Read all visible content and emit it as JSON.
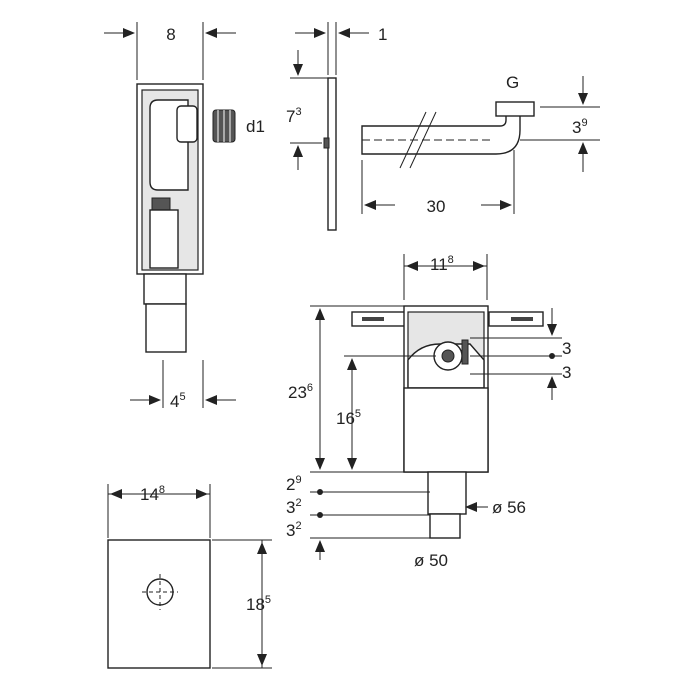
{
  "dimensions": {
    "top_width": "8",
    "plate_thickness": "1",
    "connector_label": "d1",
    "fitting_label": "G",
    "plate_offset_main": "7",
    "plate_offset_sup": "3",
    "elbow_height_main": "3",
    "elbow_height_sup": "9",
    "pipe_length": "30",
    "base_offset_main": "4",
    "base_offset_sup": "5",
    "frame_width_main": "11",
    "frame_width_sup": "8",
    "spacing_upper": "3",
    "spacing_lower": "3",
    "total_height_main": "23",
    "total_height_sup": "6",
    "outlet_height_main": "16",
    "outlet_height_sup": "5",
    "outlet_diameter_upper": "ø 56",
    "outlet_diameter_lower": "ø 50",
    "step1_main": "2",
    "step1_sup": "9",
    "step2_main": "3",
    "step2_sup": "2",
    "step3_main": "3",
    "step3_sup": "2",
    "cover_width_main": "14",
    "cover_width_sup": "8",
    "cover_height_main": "18",
    "cover_height_sup": "5"
  }
}
